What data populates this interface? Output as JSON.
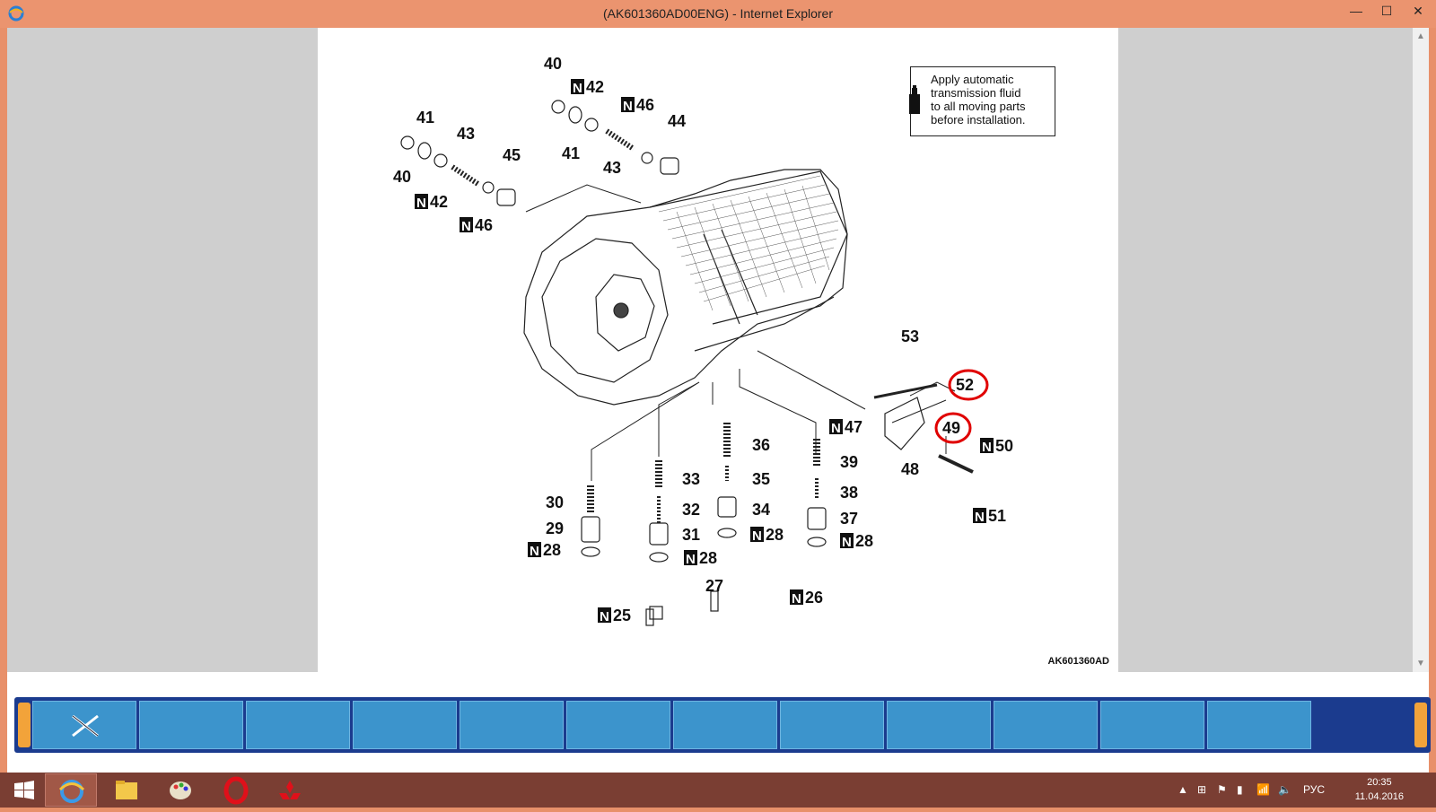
{
  "window": {
    "title": "(AK601360AD00ENG) - Internet Explorer",
    "minimize_glyph": "—",
    "maximize_glyph": "☐",
    "close_glyph": "✕"
  },
  "document": {
    "note_text": "Apply automatic\ntransmission fluid\nto all moving parts\nbefore installation.",
    "figure_id": "AK601360AD",
    "callouts": [
      {
        "id": "40a",
        "text": "40"
      },
      {
        "id": "42a",
        "text": "42",
        "n": true
      },
      {
        "id": "46a",
        "text": "46",
        "n": true
      },
      {
        "id": "44",
        "text": "44"
      },
      {
        "id": "41a",
        "text": "41"
      },
      {
        "id": "43a",
        "text": "43"
      },
      {
        "id": "45",
        "text": "45"
      },
      {
        "id": "40b",
        "text": "40"
      },
      {
        "id": "42b",
        "text": "42",
        "n": true
      },
      {
        "id": "46b",
        "text": "46",
        "n": true
      },
      {
        "id": "41b",
        "text": "41"
      },
      {
        "id": "43b",
        "text": "43"
      },
      {
        "id": "53",
        "text": "53"
      },
      {
        "id": "52",
        "text": "52",
        "circled": true
      },
      {
        "id": "47",
        "text": "47",
        "n": true
      },
      {
        "id": "49",
        "text": "49",
        "circled": true
      },
      {
        "id": "50",
        "text": "50",
        "n": true
      },
      {
        "id": "48",
        "text": "48"
      },
      {
        "id": "51",
        "text": "51",
        "n": true
      },
      {
        "id": "36",
        "text": "36"
      },
      {
        "id": "39",
        "text": "39"
      },
      {
        "id": "35",
        "text": "35"
      },
      {
        "id": "33",
        "text": "33"
      },
      {
        "id": "38",
        "text": "38"
      },
      {
        "id": "30",
        "text": "30"
      },
      {
        "id": "32",
        "text": "32"
      },
      {
        "id": "34",
        "text": "34"
      },
      {
        "id": "37",
        "text": "37"
      },
      {
        "id": "29",
        "text": "29"
      },
      {
        "id": "31",
        "text": "31"
      },
      {
        "id": "28a",
        "text": "28",
        "n": true
      },
      {
        "id": "28b",
        "text": "28",
        "n": true
      },
      {
        "id": "28c",
        "text": "28",
        "n": true
      },
      {
        "id": "28d",
        "text": "28",
        "n": true
      },
      {
        "id": "27",
        "text": "27"
      },
      {
        "id": "26",
        "text": "26",
        "n": true
      },
      {
        "id": "25",
        "text": "25",
        "n": true
      }
    ],
    "n_marker": "N"
  },
  "toolbar": {
    "buttons": [
      {
        "icon": "close-x-icon"
      },
      {
        "icon": ""
      },
      {
        "icon": ""
      },
      {
        "icon": ""
      },
      {
        "icon": ""
      },
      {
        "icon": ""
      },
      {
        "icon": ""
      },
      {
        "icon": ""
      },
      {
        "icon": ""
      },
      {
        "icon": ""
      },
      {
        "icon": ""
      },
      {
        "icon": ""
      }
    ]
  },
  "taskbar": {
    "apps": [
      "start-icon",
      "internet-explorer-icon",
      "file-explorer-icon",
      "paint-icon",
      "opera-icon",
      "mitsubishi-icon"
    ],
    "language": "РУС",
    "time": "20:35",
    "date": "11.04.2016"
  },
  "colors": {
    "titlebar": "#eb946f",
    "taskbar": "#7a3e33",
    "toolbar": "#1b3b8e",
    "toolbar_button": "#3c94cc",
    "highlight": "#e00000"
  }
}
